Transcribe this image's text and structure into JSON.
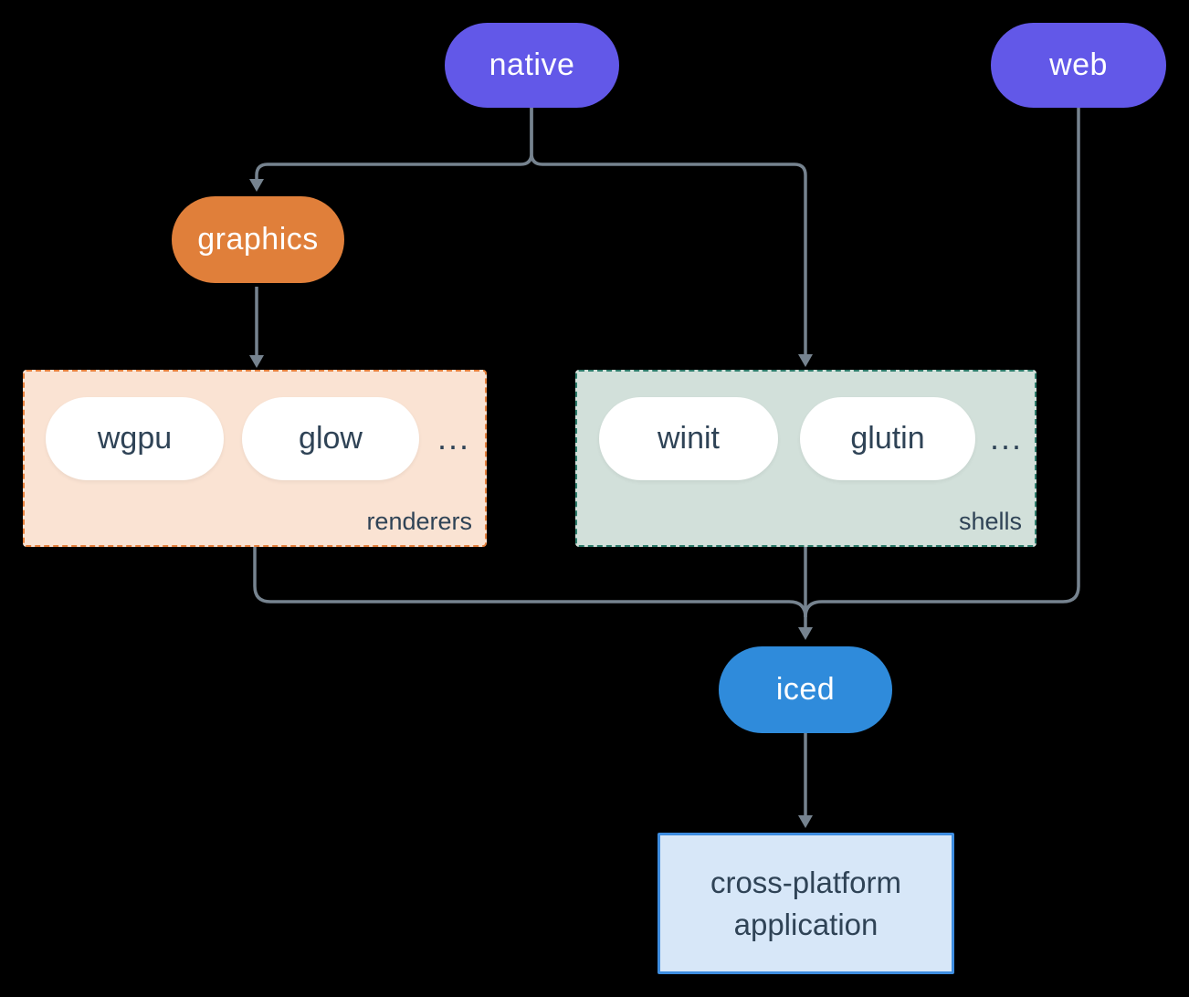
{
  "colors": {
    "purple": "#6258e8",
    "orange": "#e07f3a",
    "blue": "#2f8bdb",
    "renderers_fill": "#fae3d3",
    "renderers_border": "#e5803c",
    "shells_fill": "#d2e0da",
    "shells_border": "#2e7d6c",
    "app_fill": "#d7e7f8",
    "app_border": "#3e8de0",
    "text_dark": "#2f4356",
    "line": "#76838f",
    "white": "#ffffff"
  },
  "nodes": {
    "native": "native",
    "web": "web",
    "graphics": "graphics",
    "iced": "iced"
  },
  "groups": {
    "renderers": {
      "label": "renderers",
      "items": [
        "wgpu",
        "glow"
      ],
      "ellipsis": "..."
    },
    "shells": {
      "label": "shells",
      "items": [
        "winit",
        "glutin"
      ],
      "ellipsis": "..."
    }
  },
  "app": {
    "line1": "cross-platform",
    "line2": "application"
  }
}
